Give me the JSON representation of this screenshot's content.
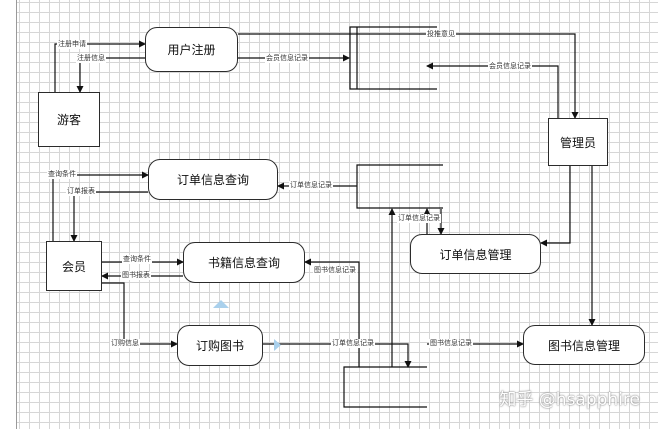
{
  "diagram": {
    "nodes": {
      "visitor": "游客",
      "user_register": "用户注册",
      "admin": "管理员",
      "order_query": "订单信息查询",
      "member": "会员",
      "book_query": "书籍信息查询",
      "order_manage": "订单信息管理",
      "order_book": "订购图书",
      "book_manage": "图书信息管理"
    },
    "edges": {
      "register_request": "注册申请",
      "register_info": "注册信息",
      "member_record_1": "会员信息记录",
      "member_record_2": "会员信息记录",
      "complaint": "投推意见",
      "query_condition_1": "查询条件",
      "order_report": "订单报表",
      "order_record_1": "订单信息记录",
      "order_record_2": "订单信息记录",
      "query_condition_2": "查询条件",
      "book_report": "图书报表",
      "book_record_1": "图书信息记录",
      "book_record_2": "图书信息记录",
      "purchase_info": "订购信息",
      "order_record_3": "订单信息记录"
    }
  },
  "watermark": "知乎 @hsapphire"
}
